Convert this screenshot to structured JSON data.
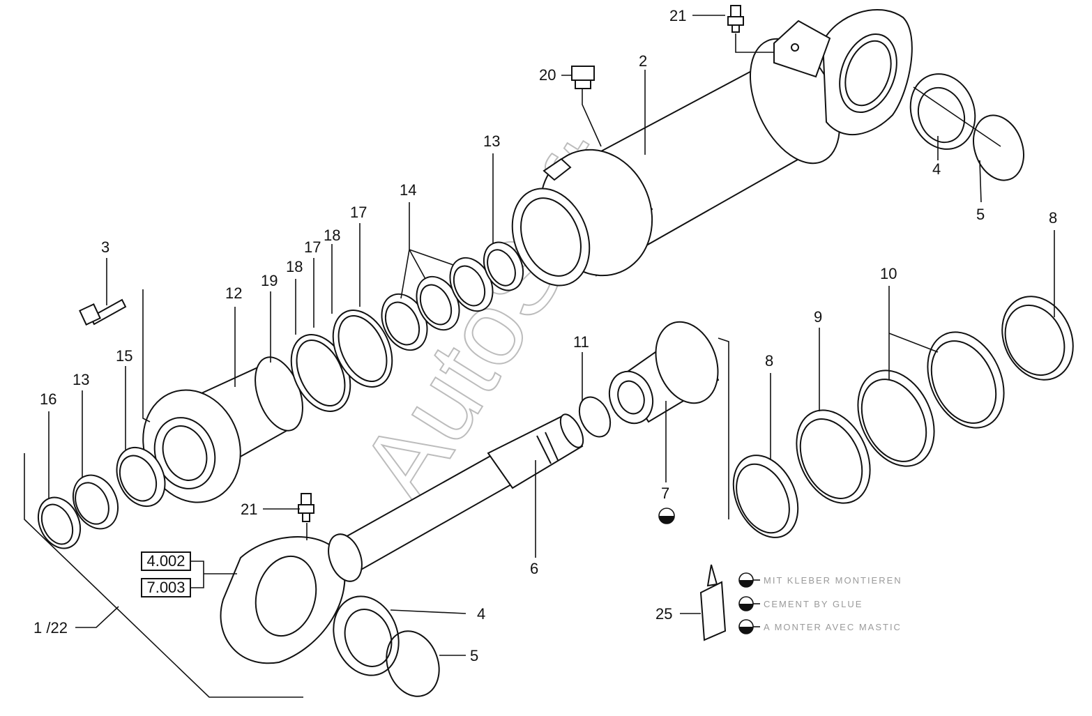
{
  "parts": [
    {
      "id": "p1_22",
      "label": "1 /22"
    },
    {
      "id": "p2",
      "label": "2"
    },
    {
      "id": "p3",
      "label": "3"
    },
    {
      "id": "p4a",
      "label": "4"
    },
    {
      "id": "p4b",
      "label": "4"
    },
    {
      "id": "p5a",
      "label": "5"
    },
    {
      "id": "p5b",
      "label": "5"
    },
    {
      "id": "p6",
      "label": "6"
    },
    {
      "id": "p7",
      "label": "7"
    },
    {
      "id": "p8a",
      "label": "8"
    },
    {
      "id": "p8b",
      "label": "8"
    },
    {
      "id": "p9",
      "label": "9"
    },
    {
      "id": "p10",
      "label": "10"
    },
    {
      "id": "p11",
      "label": "11"
    },
    {
      "id": "p12",
      "label": "12"
    },
    {
      "id": "p13a",
      "label": "13"
    },
    {
      "id": "p13b",
      "label": "13"
    },
    {
      "id": "p14",
      "label": "14"
    },
    {
      "id": "p15",
      "label": "15"
    },
    {
      "id": "p16",
      "label": "16"
    },
    {
      "id": "p17a",
      "label": "17"
    },
    {
      "id": "p17b",
      "label": "17"
    },
    {
      "id": "p18a",
      "label": "18"
    },
    {
      "id": "p18b",
      "label": "18"
    },
    {
      "id": "p19",
      "label": "19"
    },
    {
      "id": "p20",
      "label": "20"
    },
    {
      "id": "p21a",
      "label": "21"
    },
    {
      "id": "p21b",
      "label": "21"
    },
    {
      "id": "p25",
      "label": "25"
    }
  ],
  "references": [
    "4.002",
    "7.003"
  ],
  "legend": [
    "MIT KLEBER MONTIEREN",
    "CEMENT BY GLUE",
    "A MONTER AVEC MASTIC"
  ],
  "watermark": "AutoSoft",
  "colors": {
    "line": "#111111",
    "watermark": "#bcbcbc",
    "legend_text": "#9a9a9a"
  }
}
